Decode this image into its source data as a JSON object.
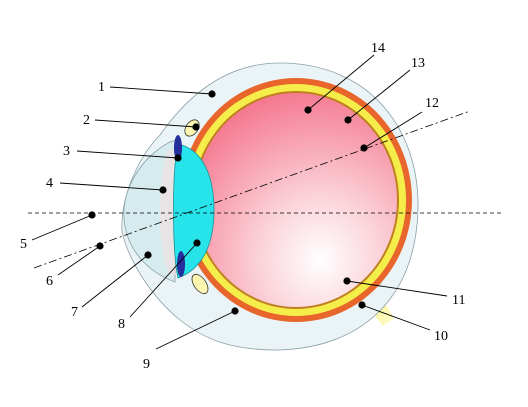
{
  "colors": {
    "sclera": "#eaf3f5",
    "cornea": "#d6ebed",
    "choroid": "#e8662c",
    "retina": "#f5ee4a",
    "vitreous": "#f46f88",
    "lens": "#27e4ea",
    "iris": "#242e9c",
    "ciliary": "#fbf5b0",
    "nerve": "#f2e94a",
    "label": "#000000"
  },
  "callouts": [
    {
      "label": "1"
    },
    {
      "label": "2"
    },
    {
      "label": "3"
    },
    {
      "label": "4"
    },
    {
      "label": "5"
    },
    {
      "label": "6"
    },
    {
      "label": "7"
    },
    {
      "label": "8"
    },
    {
      "label": "9"
    },
    {
      "label": "10"
    },
    {
      "label": "11"
    },
    {
      "label": "12"
    },
    {
      "label": "13"
    },
    {
      "label": "14"
    }
  ]
}
